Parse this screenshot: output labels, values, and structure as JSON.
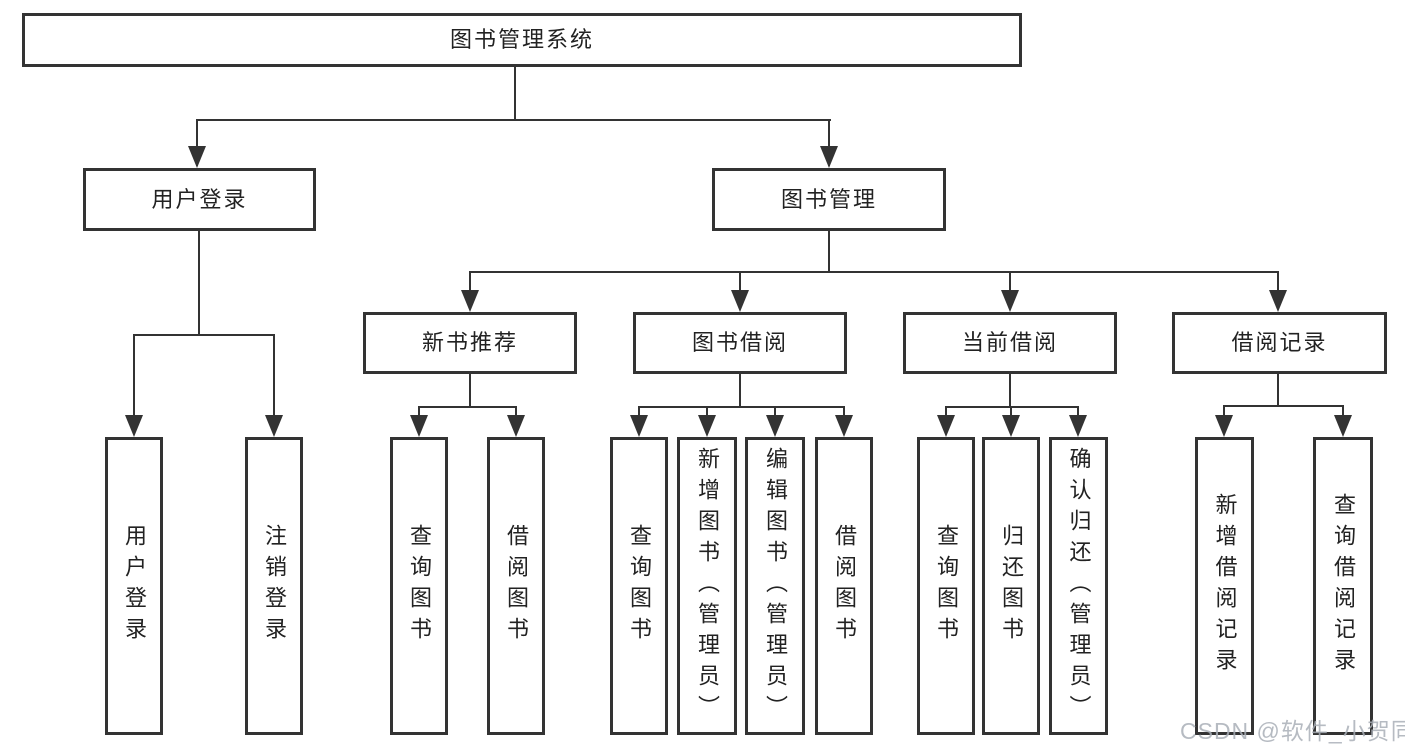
{
  "nodes": {
    "root": {
      "label": "图书管理系统"
    },
    "user_login": {
      "label": "用户登录"
    },
    "book_mgmt": {
      "label": "图书管理"
    },
    "new_book_rec": {
      "label": "新书推荐"
    },
    "book_borrow": {
      "label": "图书借阅"
    },
    "current_borrow": {
      "label": "当前借阅"
    },
    "borrow_record": {
      "label": "借阅记录"
    },
    "ul_user_login": {
      "label": "用户登录"
    },
    "ul_logout": {
      "label": "注销登录"
    },
    "nb_query_book": {
      "label": "查询图书"
    },
    "nb_borrow_book": {
      "label": "借阅图书"
    },
    "bb_query_book": {
      "label": "查询图书"
    },
    "bb_add_book": {
      "label": "新增图书（管理员）"
    },
    "bb_edit_book": {
      "label": "编辑图书（管理员）"
    },
    "bb_borrow_book": {
      "label": "借阅图书"
    },
    "cb_query_book": {
      "label": "查询图书"
    },
    "cb_return_book": {
      "label": "归还图书"
    },
    "cb_confirm_return": {
      "label": "确认归还（管理员）"
    },
    "br_add_record": {
      "label": "新增借阅记录"
    },
    "br_query_record": {
      "label": "查询借阅记录"
    }
  },
  "edges": [
    [
      "root",
      "user_login"
    ],
    [
      "root",
      "book_mgmt"
    ],
    [
      "user_login",
      "ul_user_login"
    ],
    [
      "user_login",
      "ul_logout"
    ],
    [
      "book_mgmt",
      "new_book_rec"
    ],
    [
      "book_mgmt",
      "book_borrow"
    ],
    [
      "book_mgmt",
      "current_borrow"
    ],
    [
      "book_mgmt",
      "borrow_record"
    ],
    [
      "new_book_rec",
      "nb_query_book"
    ],
    [
      "new_book_rec",
      "nb_borrow_book"
    ],
    [
      "book_borrow",
      "bb_query_book"
    ],
    [
      "book_borrow",
      "bb_add_book"
    ],
    [
      "book_borrow",
      "bb_edit_book"
    ],
    [
      "book_borrow",
      "bb_borrow_book"
    ],
    [
      "current_borrow",
      "cb_query_book"
    ],
    [
      "current_borrow",
      "cb_return_book"
    ],
    [
      "current_borrow",
      "cb_confirm_return"
    ],
    [
      "borrow_record",
      "br_add_record"
    ],
    [
      "borrow_record",
      "br_query_record"
    ]
  ],
  "watermark": {
    "text": "CSDN @软件_小贺同学"
  },
  "colors": {
    "line": "#333333",
    "border": "#333333",
    "text": "#222222",
    "background": "#ffffff",
    "watermark": "#a9afb7"
  }
}
